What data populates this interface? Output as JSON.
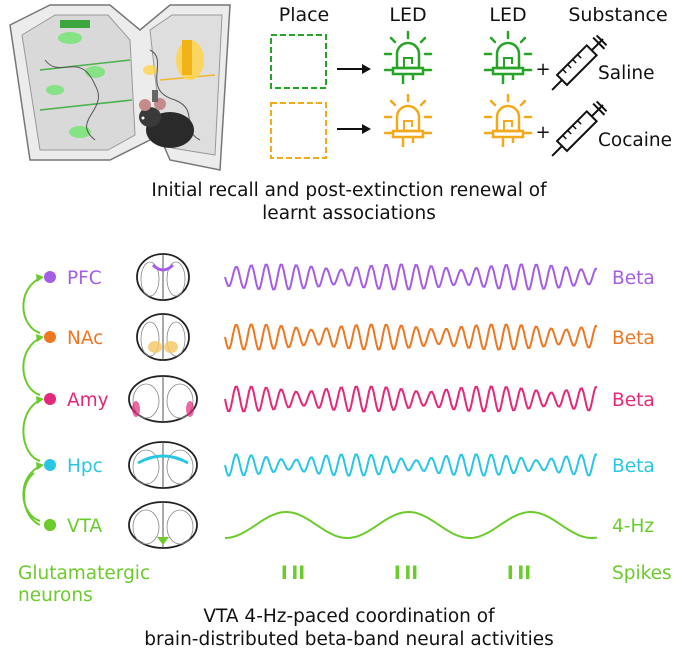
{
  "top_headers": {
    "place": "Place",
    "led_1": "LED",
    "led_2": "LED",
    "substance": "Substance"
  },
  "substances": {
    "saline": "Saline",
    "cocaine": "Cocaine"
  },
  "plus_sign": "+",
  "top_caption": [
    "Initial recall and post-extinction renewal of",
    "learnt associations"
  ],
  "regions": [
    {
      "label": "PFC",
      "color": "#a45ee5",
      "signal": "Beta"
    },
    {
      "label": "NAc",
      "color": "#ee7722",
      "signal": "Beta"
    },
    {
      "label": "Amy",
      "color": "#e4287a",
      "signal": "Beta"
    },
    {
      "label": "Hpc",
      "color": "#29c6e4",
      "signal": "Beta"
    },
    {
      "label": "VTA",
      "color": "#6ccb2c",
      "signal": "4-Hz"
    }
  ],
  "glutamatergic_label": [
    "Glutamatergic",
    "neurons"
  ],
  "spikes_label": "Spikes",
  "spike_glyph": "I II",
  "bottom_caption": [
    "VTA 4-Hz-paced coordination of",
    "brain-distributed beta-band neural activities"
  ],
  "colors": {
    "green": "#6ccb2c",
    "led_green": "#27a327",
    "orange": "#f4a81c",
    "text": "#111111"
  }
}
